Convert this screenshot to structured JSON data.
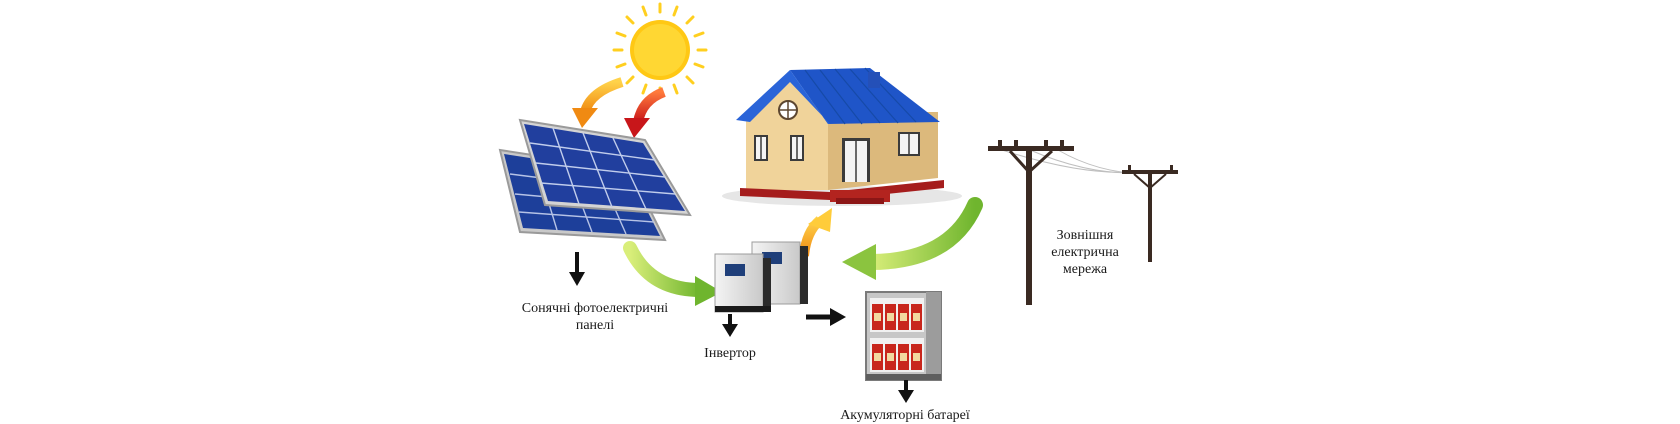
{
  "labels": {
    "panels": [
      "Сонячні фотоелектричні",
      "панелі"
    ],
    "inverter": "Інвертор",
    "batteries": "Акумуляторні батареї",
    "grid": [
      "Зовнішня",
      "електрична",
      "мережа"
    ]
  },
  "icons": {
    "sun": "sun-icon",
    "panels": "solar-panel-icon",
    "house": "house-icon",
    "inverter": "inverter-icon",
    "battery": "battery-cabinet-icon",
    "grid": "power-pole-icon"
  },
  "colors": {
    "sun": "#ffcc1a",
    "panel": "#1d3f9a",
    "roof": "#1f55c8",
    "wall": "#e8c98a",
    "base": "#a51d1d",
    "arrow_orange": "#f39a1e",
    "arrow_red": "#d8261c",
    "arrow_green": "#8bc43f",
    "battery_red": "#c8261c"
  }
}
